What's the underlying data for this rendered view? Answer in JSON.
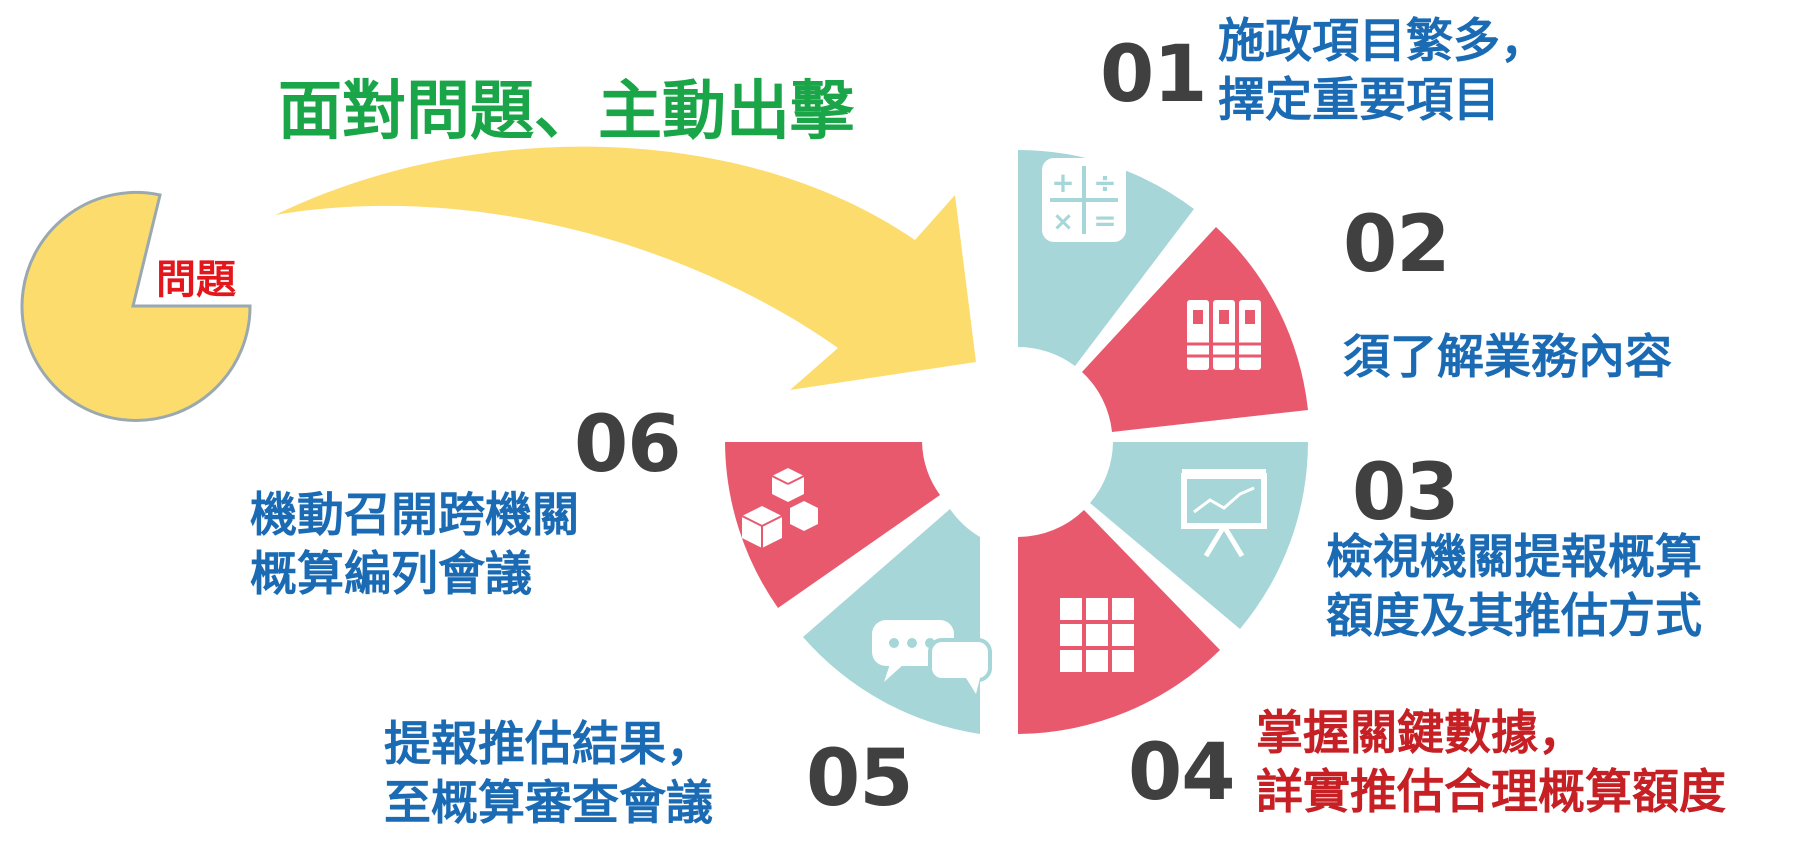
{
  "headline": "面對問題、主動出擊",
  "problem_label": "問題",
  "colors": {
    "teal": "#a6d6d8",
    "pink": "#e8596e",
    "yellow": "#fddc6e",
    "green": "#1aa548",
    "blue": "#1b6bb4",
    "red": "#c61f24"
  },
  "steps": [
    {
      "num": "01",
      "lines": [
        "施政項目繁多，",
        "擇定重要項目"
      ],
      "icon": "calculator-icon"
    },
    {
      "num": "02",
      "lines": [
        "須了解業務內容"
      ],
      "icon": "binders-icon"
    },
    {
      "num": "03",
      "lines": [
        "檢視機關提報概算",
        "額度及其推估方式"
      ],
      "icon": "presentation-board-icon"
    },
    {
      "num": "04",
      "lines": [
        "掌握關鍵數據，",
        "詳實推估合理概算額度"
      ],
      "icon": "grid-table-icon"
    },
    {
      "num": "05",
      "lines": [
        "提報推估結果，",
        "至概算審查會議"
      ],
      "icon": "chat-bubbles-icon"
    },
    {
      "num": "06",
      "lines": [
        "機動召開跨機關",
        "概算編列會議"
      ],
      "icon": "boxes-icon"
    }
  ]
}
